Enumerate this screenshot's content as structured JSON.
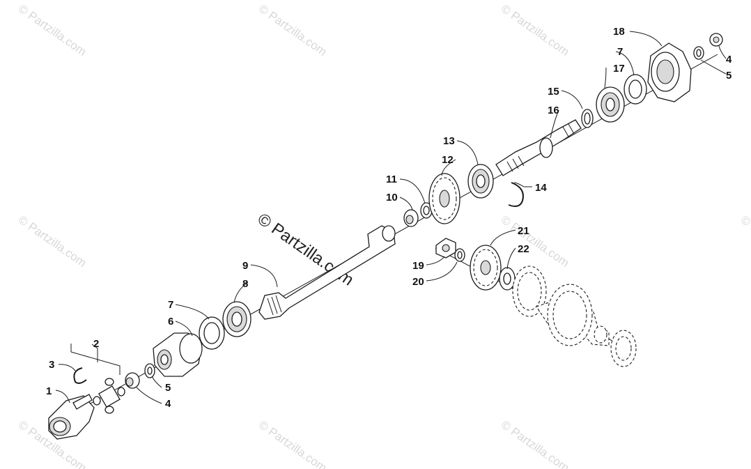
{
  "watermark": {
    "small_text": "© Partzilla.com",
    "center_text": "© Partzilla.com",
    "color": "#d8d8d8"
  },
  "callouts": {
    "c1": "1",
    "c2": "2",
    "c3": "3",
    "c4a": "4",
    "c5a": "5",
    "c6": "6",
    "c7a": "7",
    "c8": "8",
    "c9": "9",
    "c10": "10",
    "c11": "11",
    "c12": "12",
    "c13": "13",
    "c14": "14",
    "c15": "15",
    "c16": "16",
    "c17": "17",
    "c7b": "7",
    "c18": "18",
    "c4b": "4",
    "c5b": "5",
    "c19": "19",
    "c20": "20",
    "c21": "21",
    "c22": "22"
  }
}
